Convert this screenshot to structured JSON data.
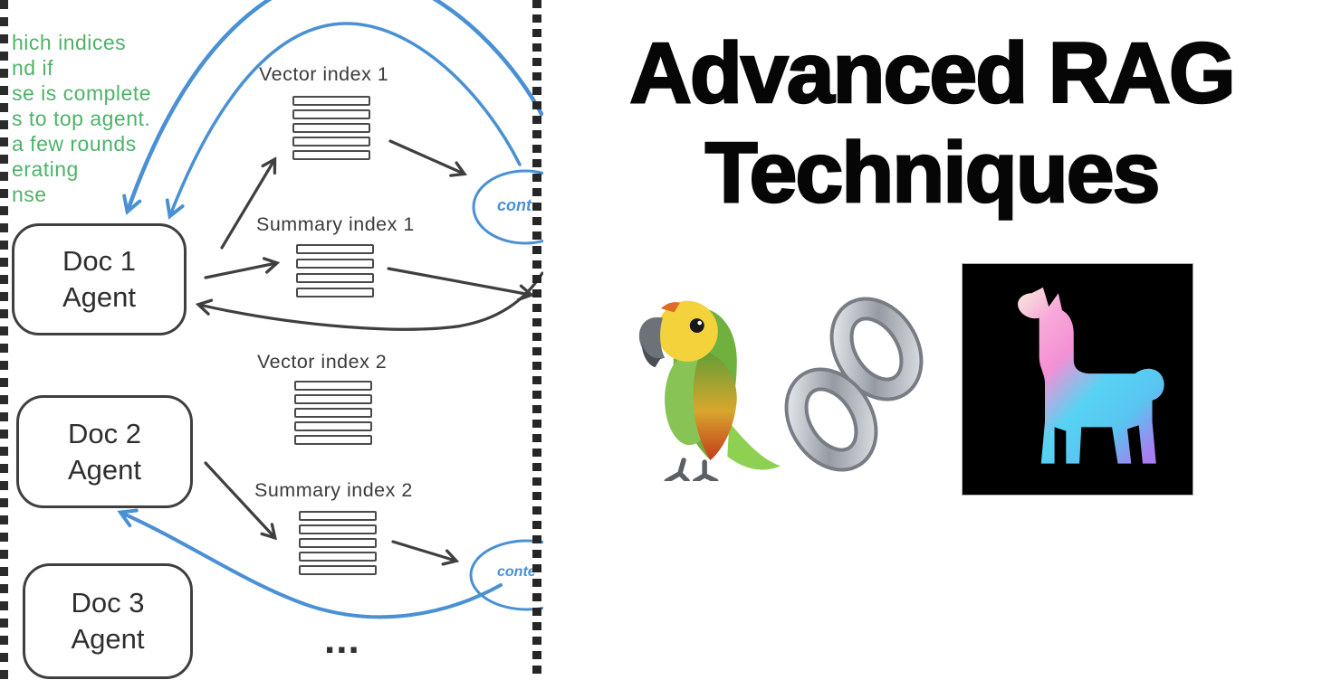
{
  "left_panel": {
    "notes_lines": [
      "hich indices",
      "nd if",
      "se is complete",
      "s to top agent.",
      "a few rounds",
      "erating",
      "nse"
    ],
    "agents": [
      {
        "title": "Doc 1",
        "subtitle": "Agent"
      },
      {
        "title": "Doc 2",
        "subtitle": "Agent"
      },
      {
        "title": "Doc 3",
        "subtitle": "Agent"
      }
    ],
    "index_labels": [
      "Vector index 1",
      "Summary index 1",
      "Vector index 2",
      "Summary index 2"
    ],
    "context_bubbles": [
      {
        "label": "cont"
      },
      {
        "label": "conte"
      }
    ],
    "ellipsis": "...",
    "colors": {
      "sketch_stroke": "#3f3f3f",
      "sketch_blue": "#4a90d4",
      "note_green": "#4fb269"
    }
  },
  "right_panel": {
    "title_line1": "Advanced RAG",
    "title_line2": "Techniques",
    "title_color": "#060606",
    "icons": [
      {
        "name": "parrot-icon"
      },
      {
        "name": "chain-link-icon"
      },
      {
        "name": "llama-logo-icon",
        "background": "#000000"
      }
    ]
  }
}
